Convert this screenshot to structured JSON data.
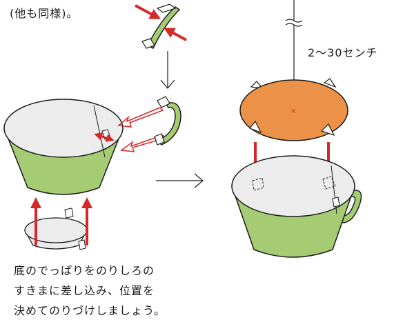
{
  "captions": {
    "top_note": "(他も同様)。",
    "height_label": "2～30センチ",
    "bottom_lines": [
      "底のでっぱりをのりしろの",
      "すきまに差し込み、位置を",
      "決めてのりづけしましょう。"
    ]
  },
  "colors": {
    "cup_green": "#a5cc73",
    "cup_inner": "#ececec",
    "plate_orange": "#ec9148",
    "arrow_red": "#d62828",
    "line_black": "#1a1a1a"
  },
  "icons": {
    "push_arrows": "red-arrow-icon",
    "insert_arrows": "hollow-red-arrow-icon",
    "step_arrow": "right-arrow-icon",
    "break_mark": "wavy-break-icon"
  }
}
